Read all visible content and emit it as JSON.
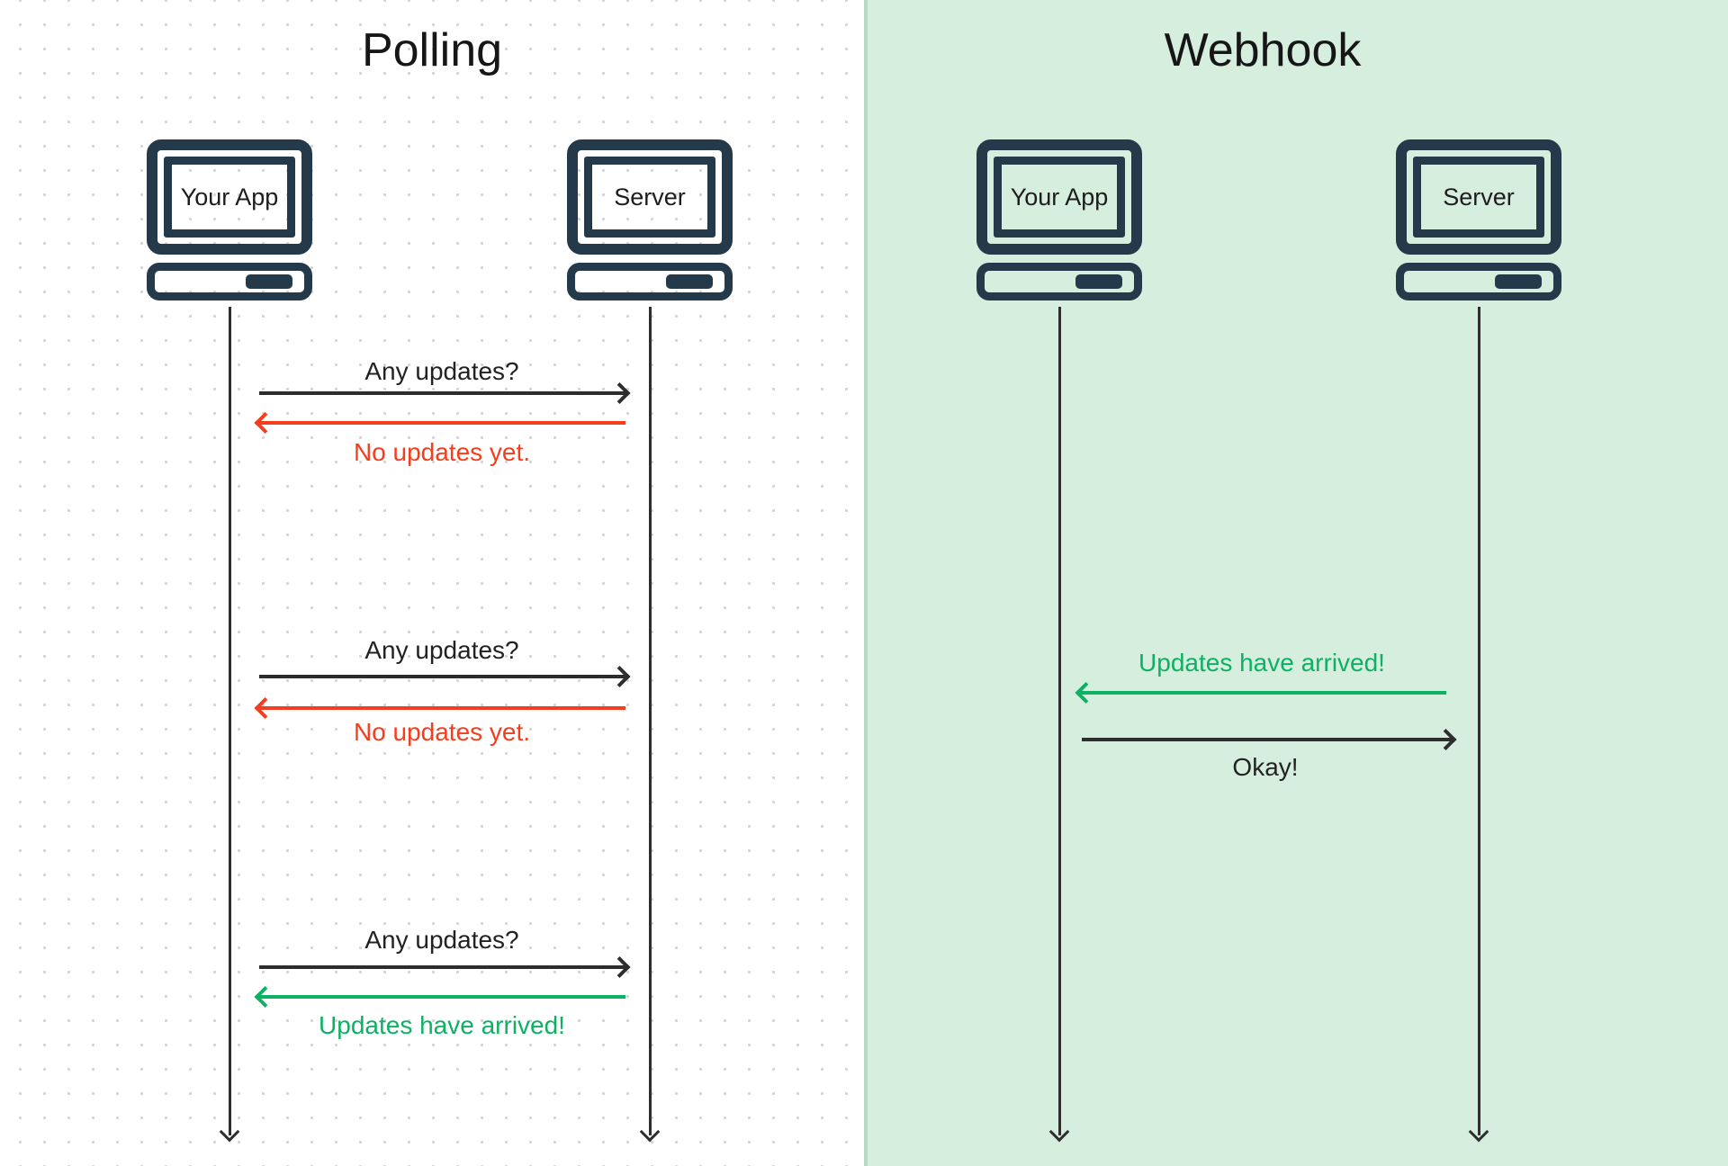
{
  "diagram": {
    "polling": {
      "title": "Polling",
      "client_label": "Your App",
      "server_label": "Server",
      "exchanges": [
        {
          "request": "Any updates?",
          "response": "No updates yet."
        },
        {
          "request": "Any updates?",
          "response": "No updates yet."
        },
        {
          "request": "Any updates?",
          "response": "Updates have arrived!"
        }
      ]
    },
    "webhook": {
      "title": "Webhook",
      "client_label": "Your App",
      "server_label": "Server",
      "push_message": "Updates have arrived!",
      "ack_message": "Okay!"
    },
    "colors": {
      "device_outline": "#24394a",
      "arrow_black": "#2d2d2d",
      "negative_red": "#f43e1d",
      "positive_green": "#0eb163",
      "webhook_background": "#d6eede"
    }
  }
}
